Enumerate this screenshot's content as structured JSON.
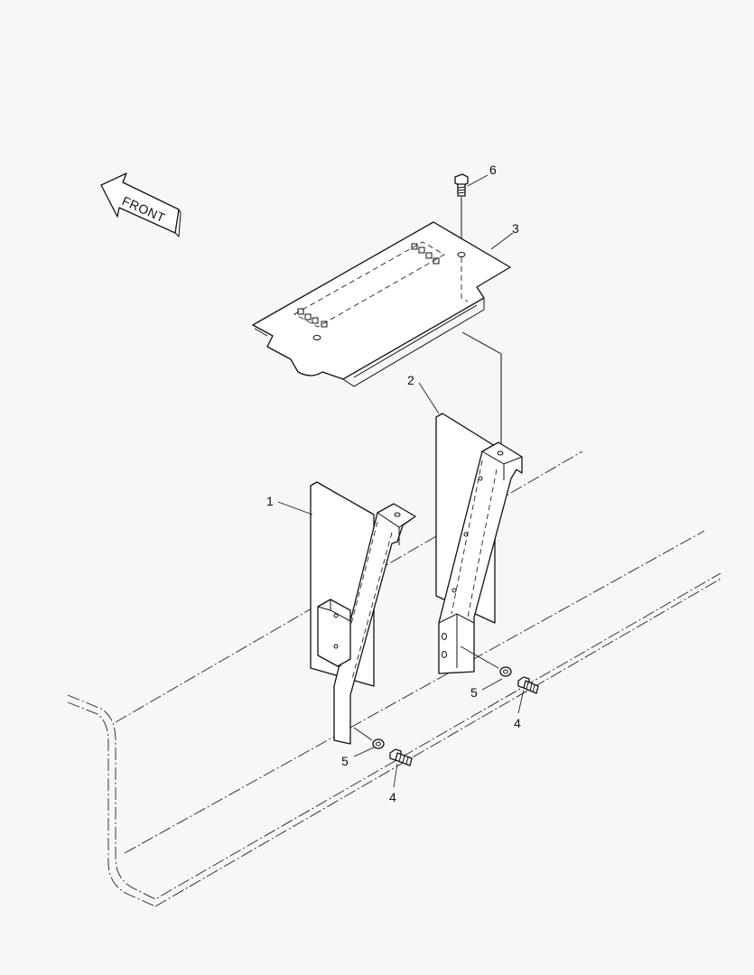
{
  "front_arrow": {
    "text": "FRONT"
  },
  "callouts": [
    {
      "id": "callout-1",
      "text": "1"
    },
    {
      "id": "callout-2",
      "text": "2"
    },
    {
      "id": "callout-3",
      "text": "3"
    },
    {
      "id": "callout-4-left",
      "text": "4"
    },
    {
      "id": "callout-4-right",
      "text": "4"
    },
    {
      "id": "callout-5-left",
      "text": "5"
    },
    {
      "id": "callout-5-right",
      "text": "5"
    },
    {
      "id": "callout-6",
      "text": "6"
    }
  ]
}
